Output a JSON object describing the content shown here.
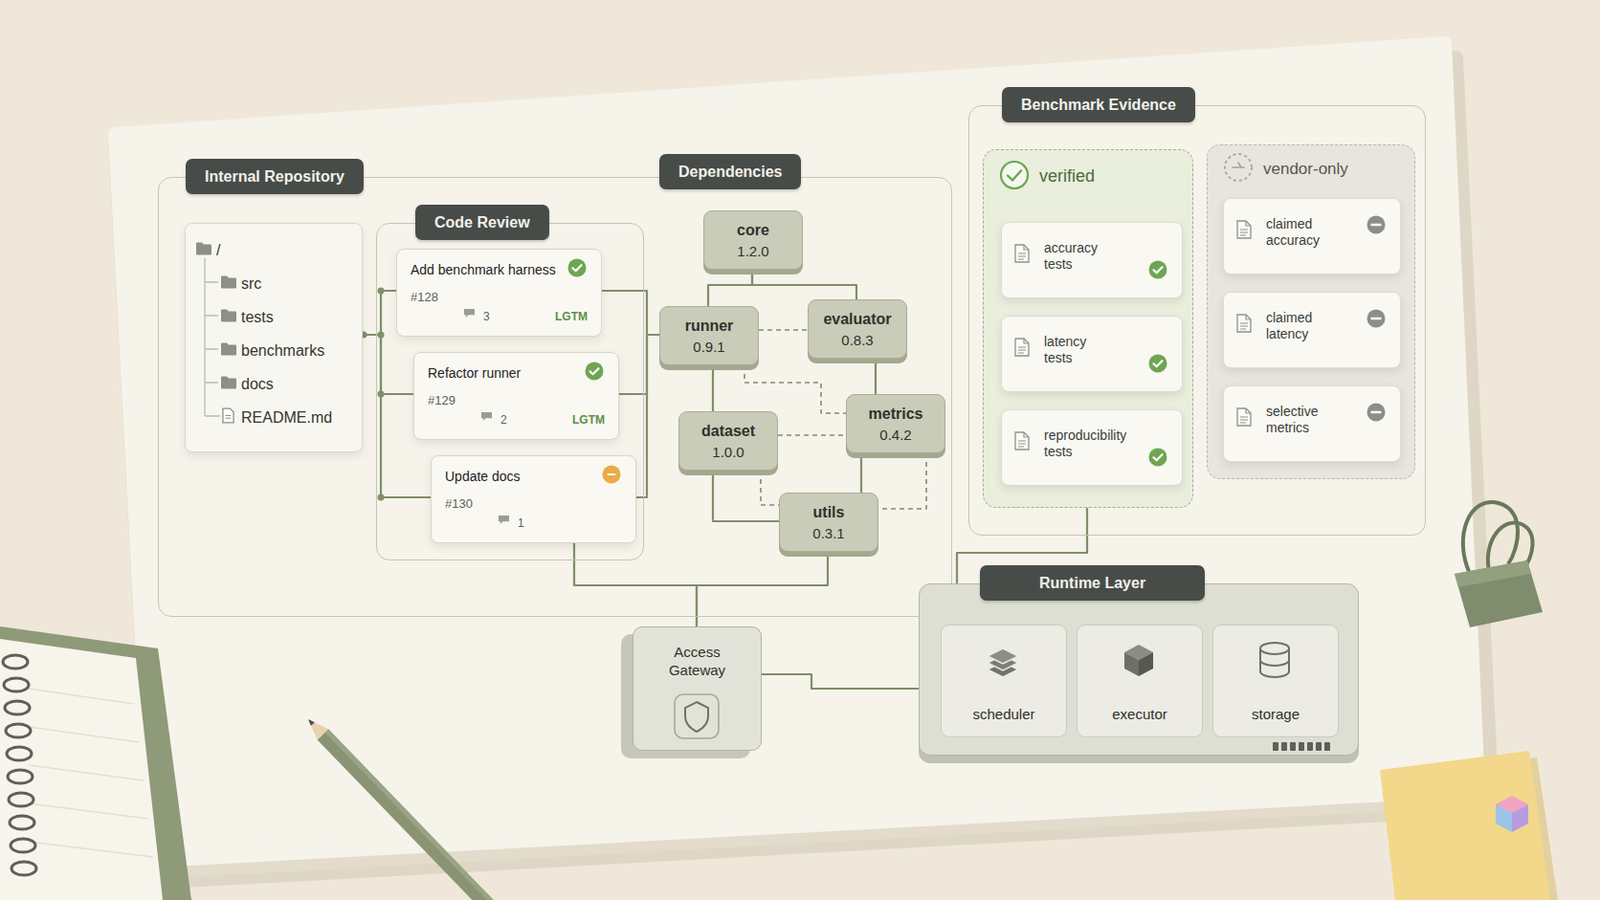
{
  "diagram": {
    "nodes": [
      {
        "text": [
          "Internal Repository"
        ]
      },
      {
        "text": [
          "/",
          "src",
          "tests",
          "benchmarks",
          "docs",
          "README.md"
        ],
        "in": 0
      },
      {
        "text": [
          "Code Review"
        ],
        "in": 0
      },
      {
        "text": [
          "Add benchmark harness",
          "#128",
          "3",
          "LGTM"
        ],
        "in": 2
      },
      {
        "text": [
          "Refactor runner",
          "#129",
          "2",
          "LGTM"
        ],
        "in": 2
      },
      {
        "text": [
          "Update docs",
          "#130",
          "1"
        ],
        "in": 2
      },
      {
        "text": [
          "Dependencies"
        ],
        "in": 0
      },
      {
        "text": [
          "core",
          "1.2.0"
        ],
        "in": 6
      },
      {
        "text": [
          "runner",
          "0.9.1"
        ],
        "in": 6
      },
      {
        "text": [
          "evaluator",
          "0.8.3"
        ],
        "in": 6
      },
      {
        "text": [
          "dataset",
          "1.0.0"
        ],
        "in": 6
      },
      {
        "text": [
          "metrics",
          "0.4.2"
        ],
        "in": 6
      },
      {
        "text": [
          "utils",
          "0.3.1"
        ],
        "in": 6
      },
      {
        "text": [
          "Benchmark Evidence"
        ]
      },
      {
        "text": [
          "verified"
        ],
        "in": 13
      },
      {
        "text": [
          "accuracy tests"
        ],
        "in": 14
      },
      {
        "text": [
          "latency tests"
        ],
        "in": 14
      },
      {
        "text": [
          "reproducibility tests"
        ],
        "in": 14
      },
      {
        "text": [
          "vendor-only"
        ],
        "in": 13
      },
      {
        "text": [
          "claimed accuracy"
        ],
        "in": 18
      },
      {
        "text": [
          "claimed latency"
        ],
        "in": 18
      },
      {
        "text": [
          "selective metrics"
        ],
        "in": 18
      },
      {
        "text": [
          "Access Gateway"
        ]
      },
      {
        "text": [
          "Runtime Layer"
        ]
      },
      {
        "text": [
          "scheduler"
        ],
        "in": 23
      },
      {
        "text": [
          "executor"
        ],
        "in": 23
      },
      {
        "text": [
          "storage"
        ],
        "in": 23
      }
    ],
    "edges": [
      {
        "from": 1,
        "to": 3,
        "arrow": "none"
      },
      {
        "from": 1,
        "to": 4,
        "arrow": "none"
      },
      {
        "from": 1,
        "to": 5,
        "arrow": "none"
      },
      {
        "from": 3,
        "to": 8,
        "arrow": "none"
      },
      {
        "from": 4,
        "to": 8,
        "arrow": "none"
      },
      {
        "from": 5,
        "to": 8,
        "arrow": "none"
      },
      {
        "from": 7,
        "to": 8,
        "arrow": "none"
      },
      {
        "from": 7,
        "to": 9,
        "arrow": "none"
      },
      {
        "from": 8,
        "to": 10,
        "arrow": "none"
      },
      {
        "from": 9,
        "to": 11,
        "arrow": "none"
      },
      {
        "from": 10,
        "to": 12,
        "arrow": "none"
      },
      {
        "from": 11,
        "to": 12,
        "arrow": "none"
      },
      {
        "from": 8,
        "to": 9,
        "arrow": "none"
      },
      {
        "from": 10,
        "to": 11,
        "arrow": "none"
      },
      {
        "from": 8,
        "to": 11,
        "arrow": "none"
      },
      {
        "from": 10,
        "to": 12,
        "arrow": "none"
      },
      {
        "from": 11,
        "to": 12,
        "arrow": "none"
      },
      {
        "from": 5,
        "to": 22,
        "arrow": "none"
      },
      {
        "from": 12,
        "to": 22,
        "arrow": "none"
      },
      {
        "from": 22,
        "to": 23,
        "arrow": "none"
      },
      {
        "from": 14,
        "to": 23,
        "arrow": "none"
      }
    ]
  }
}
